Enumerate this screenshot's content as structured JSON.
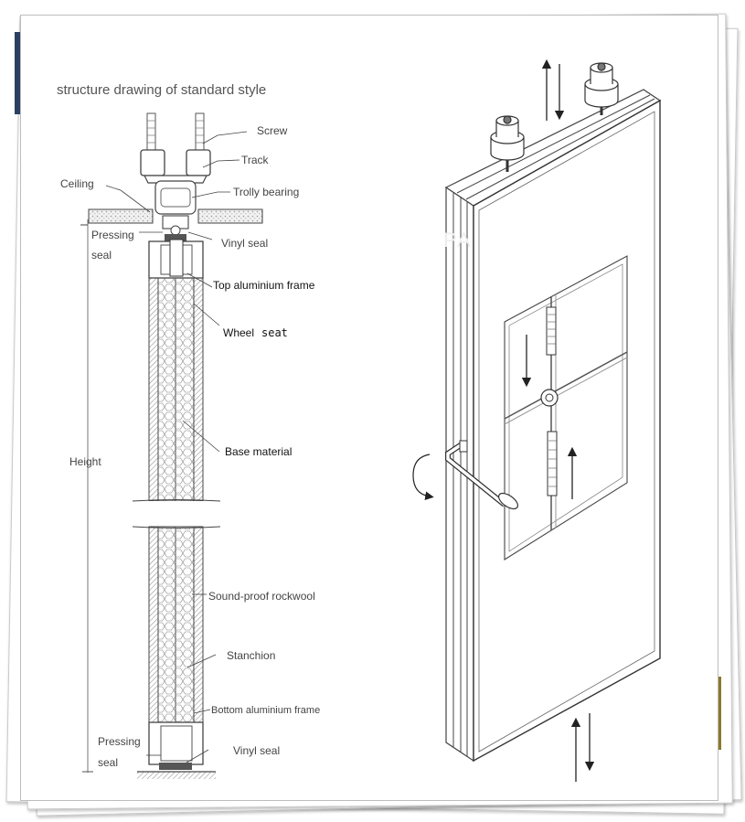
{
  "title": "structure drawing of standard style",
  "labels": {
    "screw": "Screw",
    "track": "Track",
    "ceiling": "Ceiling",
    "trolly_bearing": "Trolly bearing",
    "pressing_top_1": "Pressing",
    "pressing_top_2": "seal",
    "vinyl_seal_top": "Vinyl seal",
    "top_frame": "Top aluminium frame",
    "wheel_seat_1": "Wheel",
    "wheel_seat_2": "seat",
    "height": "Height",
    "base_material": "Base material",
    "rockwool": "Sound-proof rockwool",
    "stanchion": "Stanchion",
    "bottom_frame": "Bottom aluminium frame",
    "pressing_bottom_1": "Pressing",
    "pressing_bottom_2": "seal",
    "vinyl_seal_bottom": "Vinyl seal"
  },
  "watermark": "PA",
  "icons": [
    "arrow-up-down-icon",
    "arrow-down-icon",
    "arrow-up-icon",
    "rotate-icon"
  ]
}
